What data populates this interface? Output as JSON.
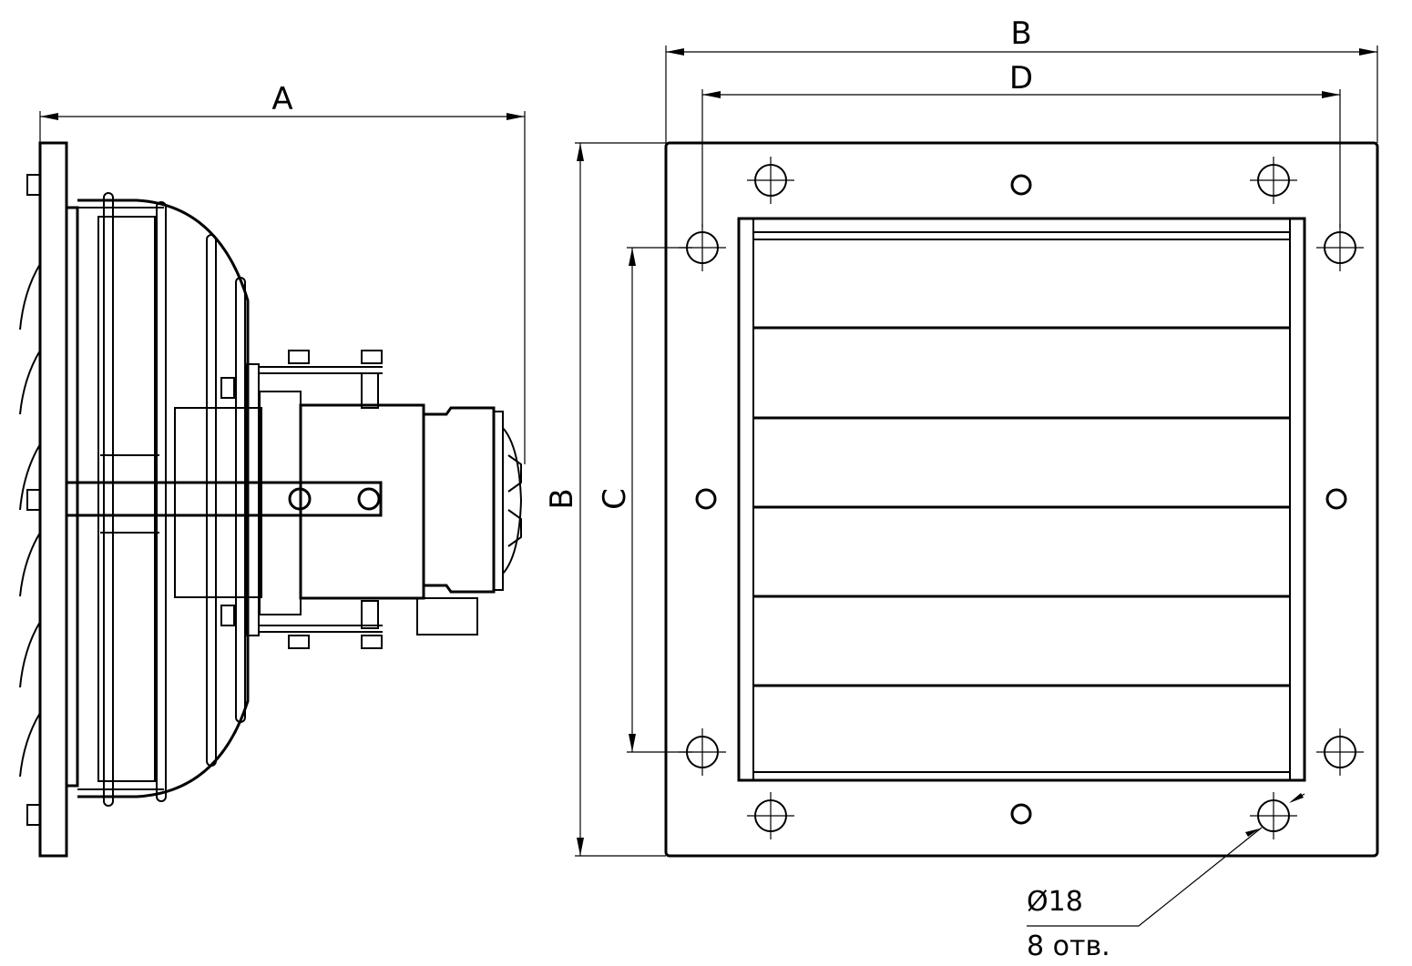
{
  "dimensions": {
    "side_width_label": "A",
    "front_width_label": "B",
    "front_height_label": "B",
    "bolt_span_label": "D",
    "bolt_vertical_span_label": "C"
  },
  "hole_note": {
    "diameter": "Ø18",
    "count": "8 отв."
  }
}
